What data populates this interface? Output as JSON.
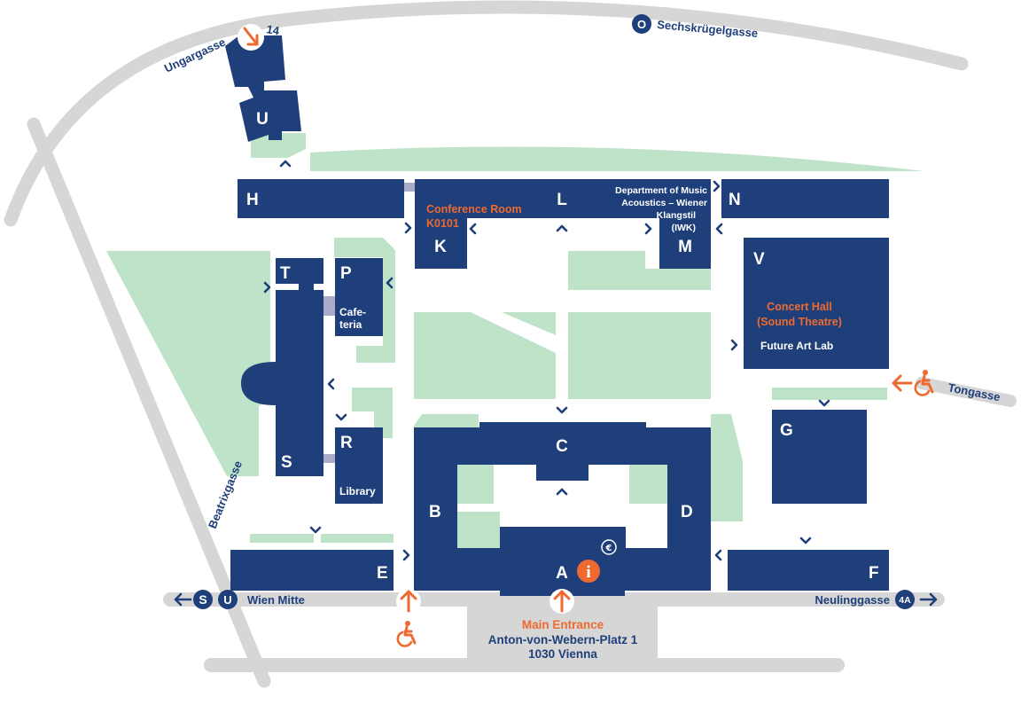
{
  "colors": {
    "building": "#1e3f7a",
    "green": "#bfe3c8",
    "road": "#d6d6d6",
    "connector": "#a9abc8",
    "accent": "#ee6a30"
  },
  "buildings": {
    "A": "A",
    "B": "B",
    "C": "C",
    "D": "D",
    "E": "E",
    "F": "F",
    "G": "G",
    "H": "H",
    "K": "K",
    "L": "L",
    "M": "M",
    "N": "N",
    "P": "P",
    "R": "R",
    "S": "S",
    "T": "T",
    "U": "U",
    "V": "V"
  },
  "facilities": {
    "cafeteria_line1": "Cafe-",
    "cafeteria_line2": "teria",
    "library": "Library",
    "future_art_lab": "Future Art Lab",
    "iwk_line1": "Department of Music",
    "iwk_line2": "Acoustics – Wiener",
    "iwk_line3": "Klangstil",
    "iwk_line4": "(IWK)",
    "conference_line1": "Conference Room",
    "conference_line2": "K0101",
    "concert_line1": "Concert Hall",
    "concert_line2": "(Sound Theatre)"
  },
  "streets": {
    "ungargasse": "Ungargasse",
    "ungargasse_number": "14",
    "sechskruegelgasse": "Sechskrügelgasse",
    "sechskruegelgasse_badge": "O",
    "tongasse": "Tongasse",
    "beatrixgasse": "Beatrixgasse",
    "neulinggasse": "Neulinggasse",
    "bus_badge": "4A",
    "wien_mitte": "Wien Mitte",
    "s_badge": "S",
    "u_badge": "U"
  },
  "entrance": {
    "title": "Main Entrance",
    "address1": "Anton-von-Webern-Platz 1",
    "address2": "1030 Vienna"
  },
  "info": {
    "info_label": "i",
    "euro_label": "€"
  },
  "icons": {
    "info": "info-icon",
    "atm": "euro-icon",
    "accessible": "wheelchair-icon",
    "arrow": "entrance-arrow-icon",
    "chevron": "entry-chevron-icon",
    "direction": "direction-arrow-icon"
  }
}
